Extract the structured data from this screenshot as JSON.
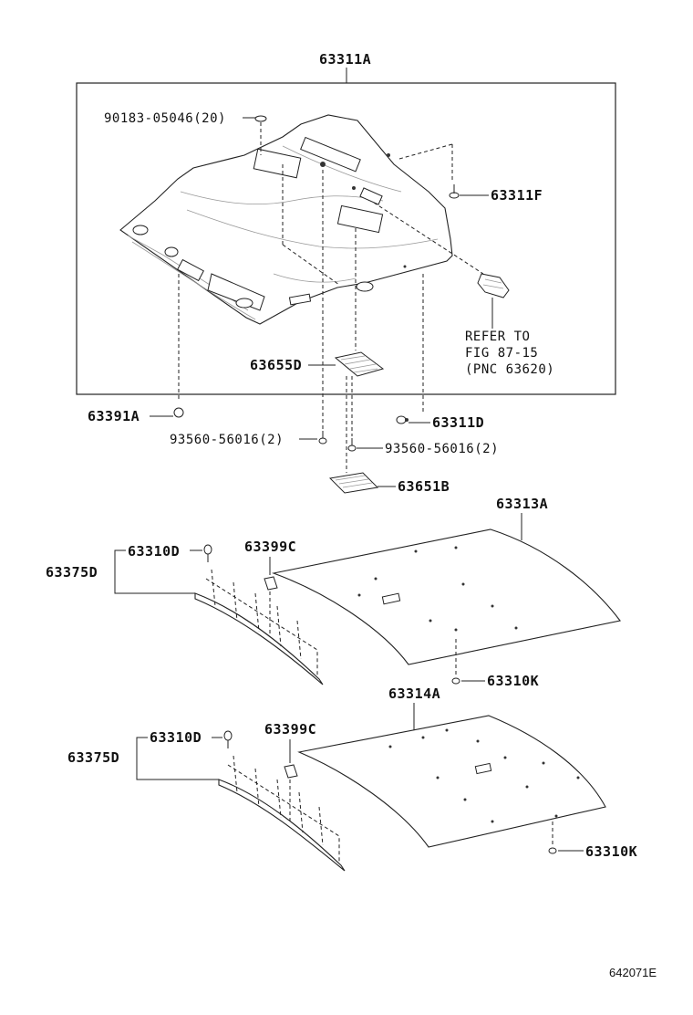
{
  "diagram": {
    "labels": {
      "headliner_assy": "63311A",
      "clip_top": "90183-05046(20)",
      "bracket_right": "63311F",
      "refer_line1": "REFER TO",
      "refer_line2": "FIG 87-15",
      "refer_line3": "(PNC 63620)",
      "pad_upper": "63655D",
      "clip_left": "63391A",
      "clip_right": "63311D",
      "screw_left": "93560-56016(2)",
      "screw_right": "93560-56016(2)",
      "pad_lower": "63651B",
      "silencer_upper": "63313A",
      "rail_upper_clip": "63310D",
      "rail_upper": "63375D",
      "clip_c_upper": "63399C",
      "silencer_upper_clip": "63310K",
      "silencer_lower": "63314A",
      "rail_lower_clip": "63310D",
      "rail_lower": "63375D",
      "clip_c_lower": "63399C",
      "silencer_lower_clip": "63310K",
      "figure_code": "642071E"
    }
  }
}
